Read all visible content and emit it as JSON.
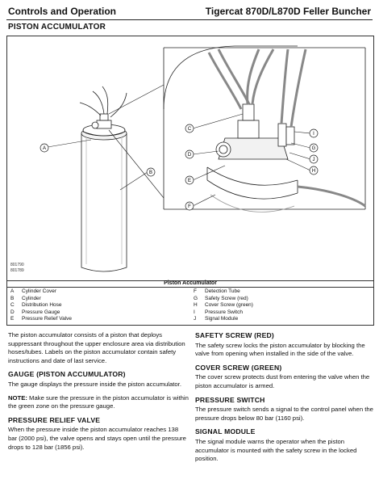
{
  "header": {
    "left": "Controls and Operation",
    "right": "Tigercat 870D/L870D Feller Buncher"
  },
  "section_title": "PISTON ACCUMULATOR",
  "figure": {
    "codes": [
      "801790",
      "801789"
    ],
    "callouts": [
      "A",
      "B",
      "C",
      "D",
      "E",
      "F",
      "G",
      "H",
      "I",
      "J"
    ]
  },
  "legend": {
    "title": "Piston Accumulator",
    "left": [
      {
        "key": "A",
        "label": "Cylinder Cover"
      },
      {
        "key": "B",
        "label": "Cylinder"
      },
      {
        "key": "C",
        "label": "Distribution Hose"
      },
      {
        "key": "D",
        "label": "Pressure Gauge"
      },
      {
        "key": "E",
        "label": "Pressure Relief Valve"
      }
    ],
    "right": [
      {
        "key": "F",
        "label": "Detection Tube"
      },
      {
        "key": "G",
        "label": "Safety Screw (red)"
      },
      {
        "key": "H",
        "label": "Cover Screw (green)"
      },
      {
        "key": "I",
        "label": "Pressure Switch"
      },
      {
        "key": "J",
        "label": "Signal Module"
      }
    ]
  },
  "left_column": {
    "intro": "The piston accumulator consists of a piston that deploys suppressant throughout the upper enclosure area via distribution hoses/tubes. Labels on the piston accumulator contain safety instructions and date of last service.",
    "gauge_heading": "GAUGE (PISTON ACCUMULATOR)",
    "gauge_text": "The gauge displays the pressure inside the piston accumulator.",
    "note_label": "NOTE:",
    "note_text": " Make sure the pressure in the piston accumulator is within the green zone on the pressure gauge.",
    "relief_heading": "PRESSURE RELIEF VALVE",
    "relief_text": "When the pressure inside the piston accumulator reaches 138 bar (2000 psi), the valve opens and stays open until the pressure drops to 128 bar (1856 psi)."
  },
  "right_column": {
    "safety_heading": "SAFETY SCREW (RED)",
    "safety_text": "The safety screw locks the piston accumulator by blocking the valve from opening when installed in the side of the valve.",
    "cover_heading": "COVER SCREW (GREEN)",
    "cover_text": "The cover screw protects dust from entering the valve when the piston accumulator is armed.",
    "switch_heading": "PRESSURE SWITCH",
    "switch_text": "The pressure switch sends a signal to the control panel when the pressure drops below 80 bar (1160 psi).",
    "module_heading": "SIGNAL MODULE",
    "module_text": "The signal module warns the operator when the piston accumulator is mounted with the safety screw in the locked position."
  }
}
